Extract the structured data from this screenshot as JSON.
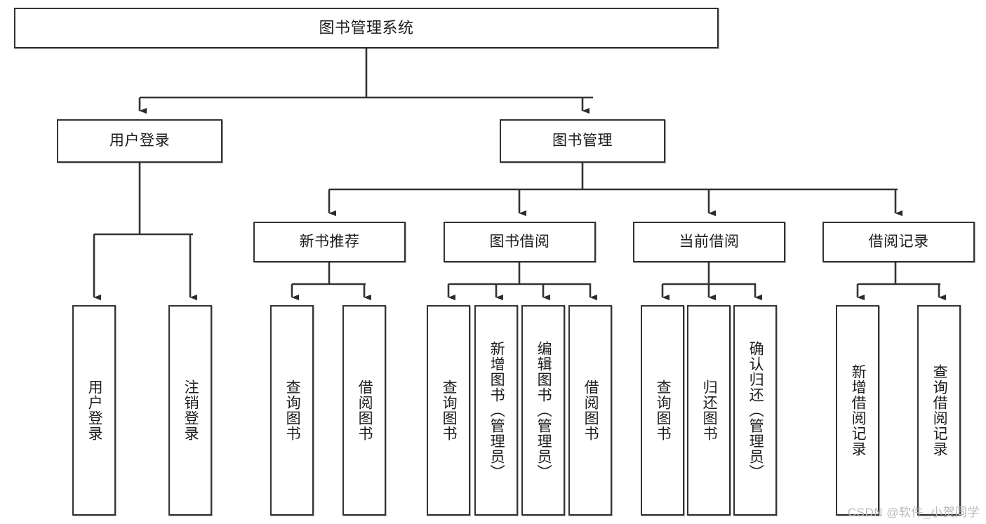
{
  "diagram": {
    "title": "图书管理系统",
    "type": "hierarchy-tree",
    "levels": 4,
    "root": {
      "id": "root",
      "label": "图书管理系统"
    },
    "level2": [
      {
        "id": "user-login",
        "label": "用户登录"
      },
      {
        "id": "book-management",
        "label": "图书管理"
      }
    ],
    "level3": [
      {
        "id": "new-book-recommend",
        "label": "新书推荐"
      },
      {
        "id": "book-borrow",
        "label": "图书借阅"
      },
      {
        "id": "current-borrow",
        "label": "当前借阅"
      },
      {
        "id": "borrow-record",
        "label": "借阅记录"
      }
    ],
    "leaves": {
      "user-login": [
        {
          "id": "leaf-user-login",
          "label": "用户登录"
        },
        {
          "id": "leaf-user-logout",
          "label": "注销登录"
        }
      ],
      "new-book-recommend": [
        {
          "id": "leaf-query-book-1",
          "label": "查询图书"
        },
        {
          "id": "leaf-borrow-book-1",
          "label": "借阅图书"
        }
      ],
      "book-borrow": [
        {
          "id": "leaf-query-book-2",
          "label": "查询图书"
        },
        {
          "id": "leaf-add-book",
          "label": "新增图书（管理员）"
        },
        {
          "id": "leaf-edit-book",
          "label": "编辑图书（管理员）"
        },
        {
          "id": "leaf-borrow-book-2",
          "label": "借阅图书"
        }
      ],
      "current-borrow": [
        {
          "id": "leaf-query-book-3",
          "label": "查询图书"
        },
        {
          "id": "leaf-return-book",
          "label": "归还图书"
        },
        {
          "id": "leaf-confirm-return",
          "label": "确认归还（管理员）"
        }
      ],
      "borrow-record": [
        {
          "id": "leaf-add-record",
          "label": "新增借阅记录"
        },
        {
          "id": "leaf-query-record",
          "label": "查询借阅记录"
        }
      ]
    }
  },
  "watermark": {
    "text": "CSDN @软件_小贺同学"
  },
  "colors": {
    "box_border": "#333333",
    "box_fill": "#ffffff",
    "edge": "#333333",
    "text": "#1c1c1c",
    "watermark": "#b9b9b9",
    "background": "#ffffff"
  }
}
